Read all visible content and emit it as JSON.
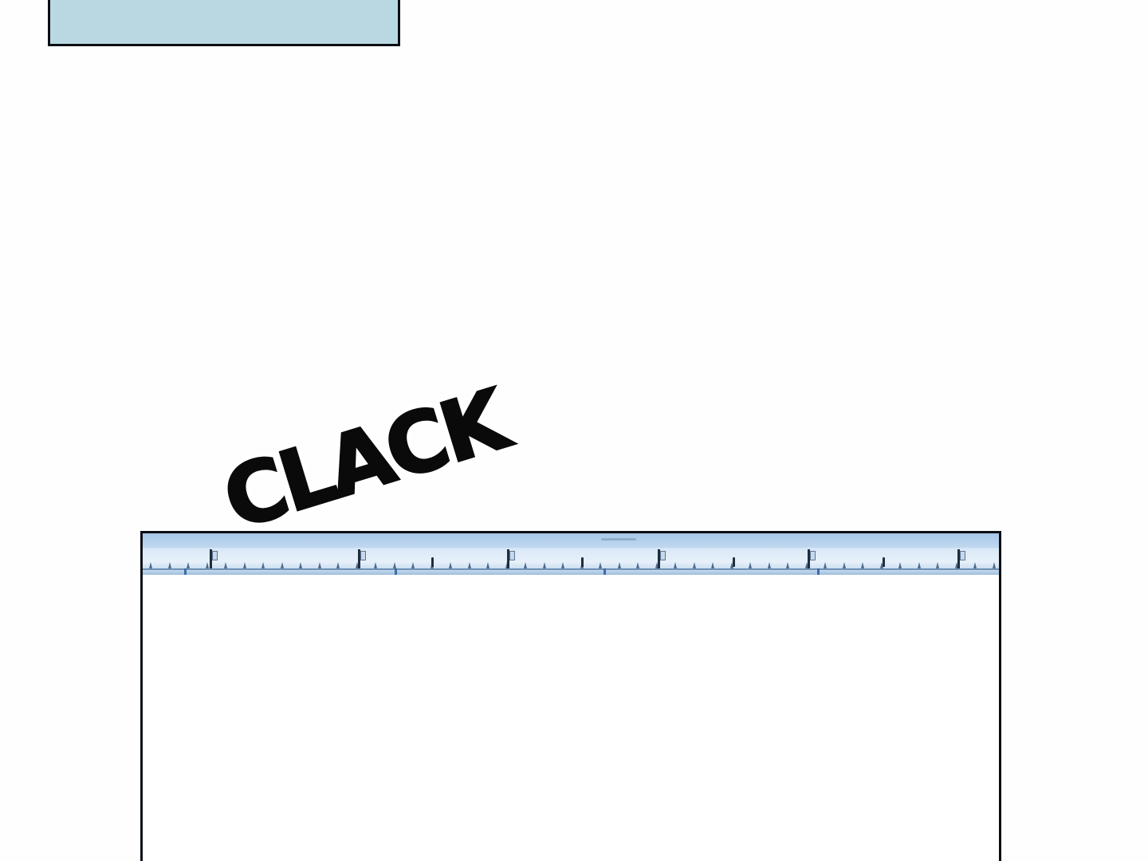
{
  "panels": {
    "top": {
      "background_color": "#bad8e2",
      "border_color": "#0b0f14"
    },
    "bottom": {
      "background_color": "#ffffff",
      "border_color": "#0b0f14",
      "ruler": {
        "background_color": "#dbe9f7",
        "tick_color": "#4e6a8c",
        "major_tick_positions": [
          84,
          270,
          457,
          646,
          834,
          1022
        ],
        "mid_tick_positions": [
          362,
          550,
          740,
          928
        ],
        "marker_positions": [
          52,
          316,
          578,
          846
        ]
      }
    }
  },
  "sound_effect": {
    "text": "CLACK",
    "color": "#0a0a0a",
    "outline_color": "#ffffff"
  }
}
